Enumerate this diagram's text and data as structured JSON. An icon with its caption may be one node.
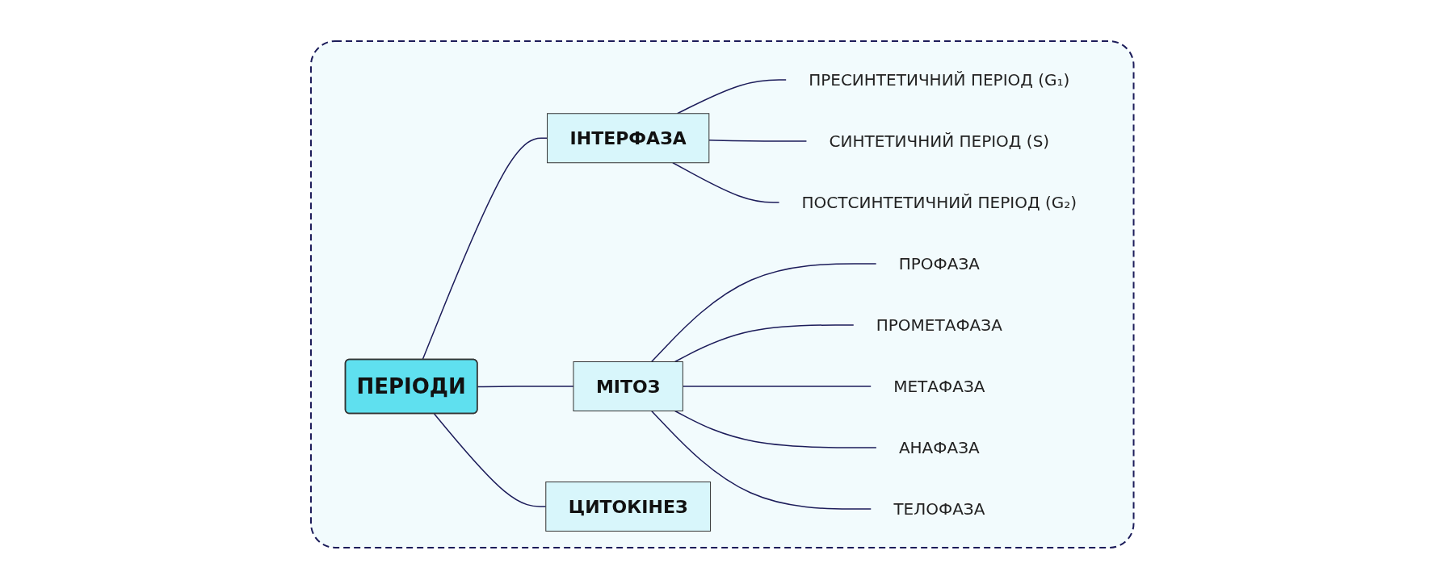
{
  "diagram": {
    "nodes": [
      {
        "text": [],
        "shape": "box"
      },
      {
        "text": [
          "ПЕРІОДИ"
        ],
        "in": 0
      },
      {
        "text": [
          "ІНТЕРФАЗА"
        ],
        "in": 0
      },
      {
        "text": [
          "ПРЕСИНТЕТИЧНИЙ ПЕРІОД (G₁)"
        ],
        "in": 0
      },
      {
        "text": [
          "СИНТЕТИЧНИЙ ПЕРІОД (S)"
        ],
        "in": 0
      },
      {
        "text": [
          "ПОСТСИНТЕТИЧНИЙ ПЕРІОД (G₂)"
        ],
        "in": 0
      },
      {
        "text": [
          "МІТОЗ"
        ],
        "in": 0
      },
      {
        "text": [
          "ПРОФАЗА"
        ],
        "in": 0
      },
      {
        "text": [
          "ПРОМЕТАФАЗА"
        ],
        "in": 0
      },
      {
        "text": [
          "МЕТАФАЗА"
        ],
        "in": 0
      },
      {
        "text": [
          "АНАФАЗА"
        ],
        "in": 0
      },
      {
        "text": [
          "ТЕЛОФАЗА"
        ],
        "in": 0
      },
      {
        "text": [
          "ЦИТОКІНЕЗ"
        ],
        "in": 0
      }
    ],
    "edges": [
      {
        "from": 1,
        "to": 2,
        "arrow": "none"
      },
      {
        "from": 1,
        "to": 6,
        "arrow": "none"
      },
      {
        "from": 1,
        "to": 12,
        "arrow": "none"
      },
      {
        "from": 2,
        "to": 3,
        "arrow": "none"
      },
      {
        "from": 2,
        "to": 4,
        "arrow": "none"
      },
      {
        "from": 2,
        "to": 5,
        "arrow": "none"
      },
      {
        "from": 6,
        "to": 7,
        "arrow": "none"
      },
      {
        "from": 6,
        "to": 8,
        "arrow": "none"
      },
      {
        "from": 6,
        "to": 9,
        "arrow": "none"
      },
      {
        "from": 6,
        "to": 10,
        "arrow": "none"
      },
      {
        "from": 6,
        "to": 11,
        "arrow": "none"
      }
    ]
  }
}
